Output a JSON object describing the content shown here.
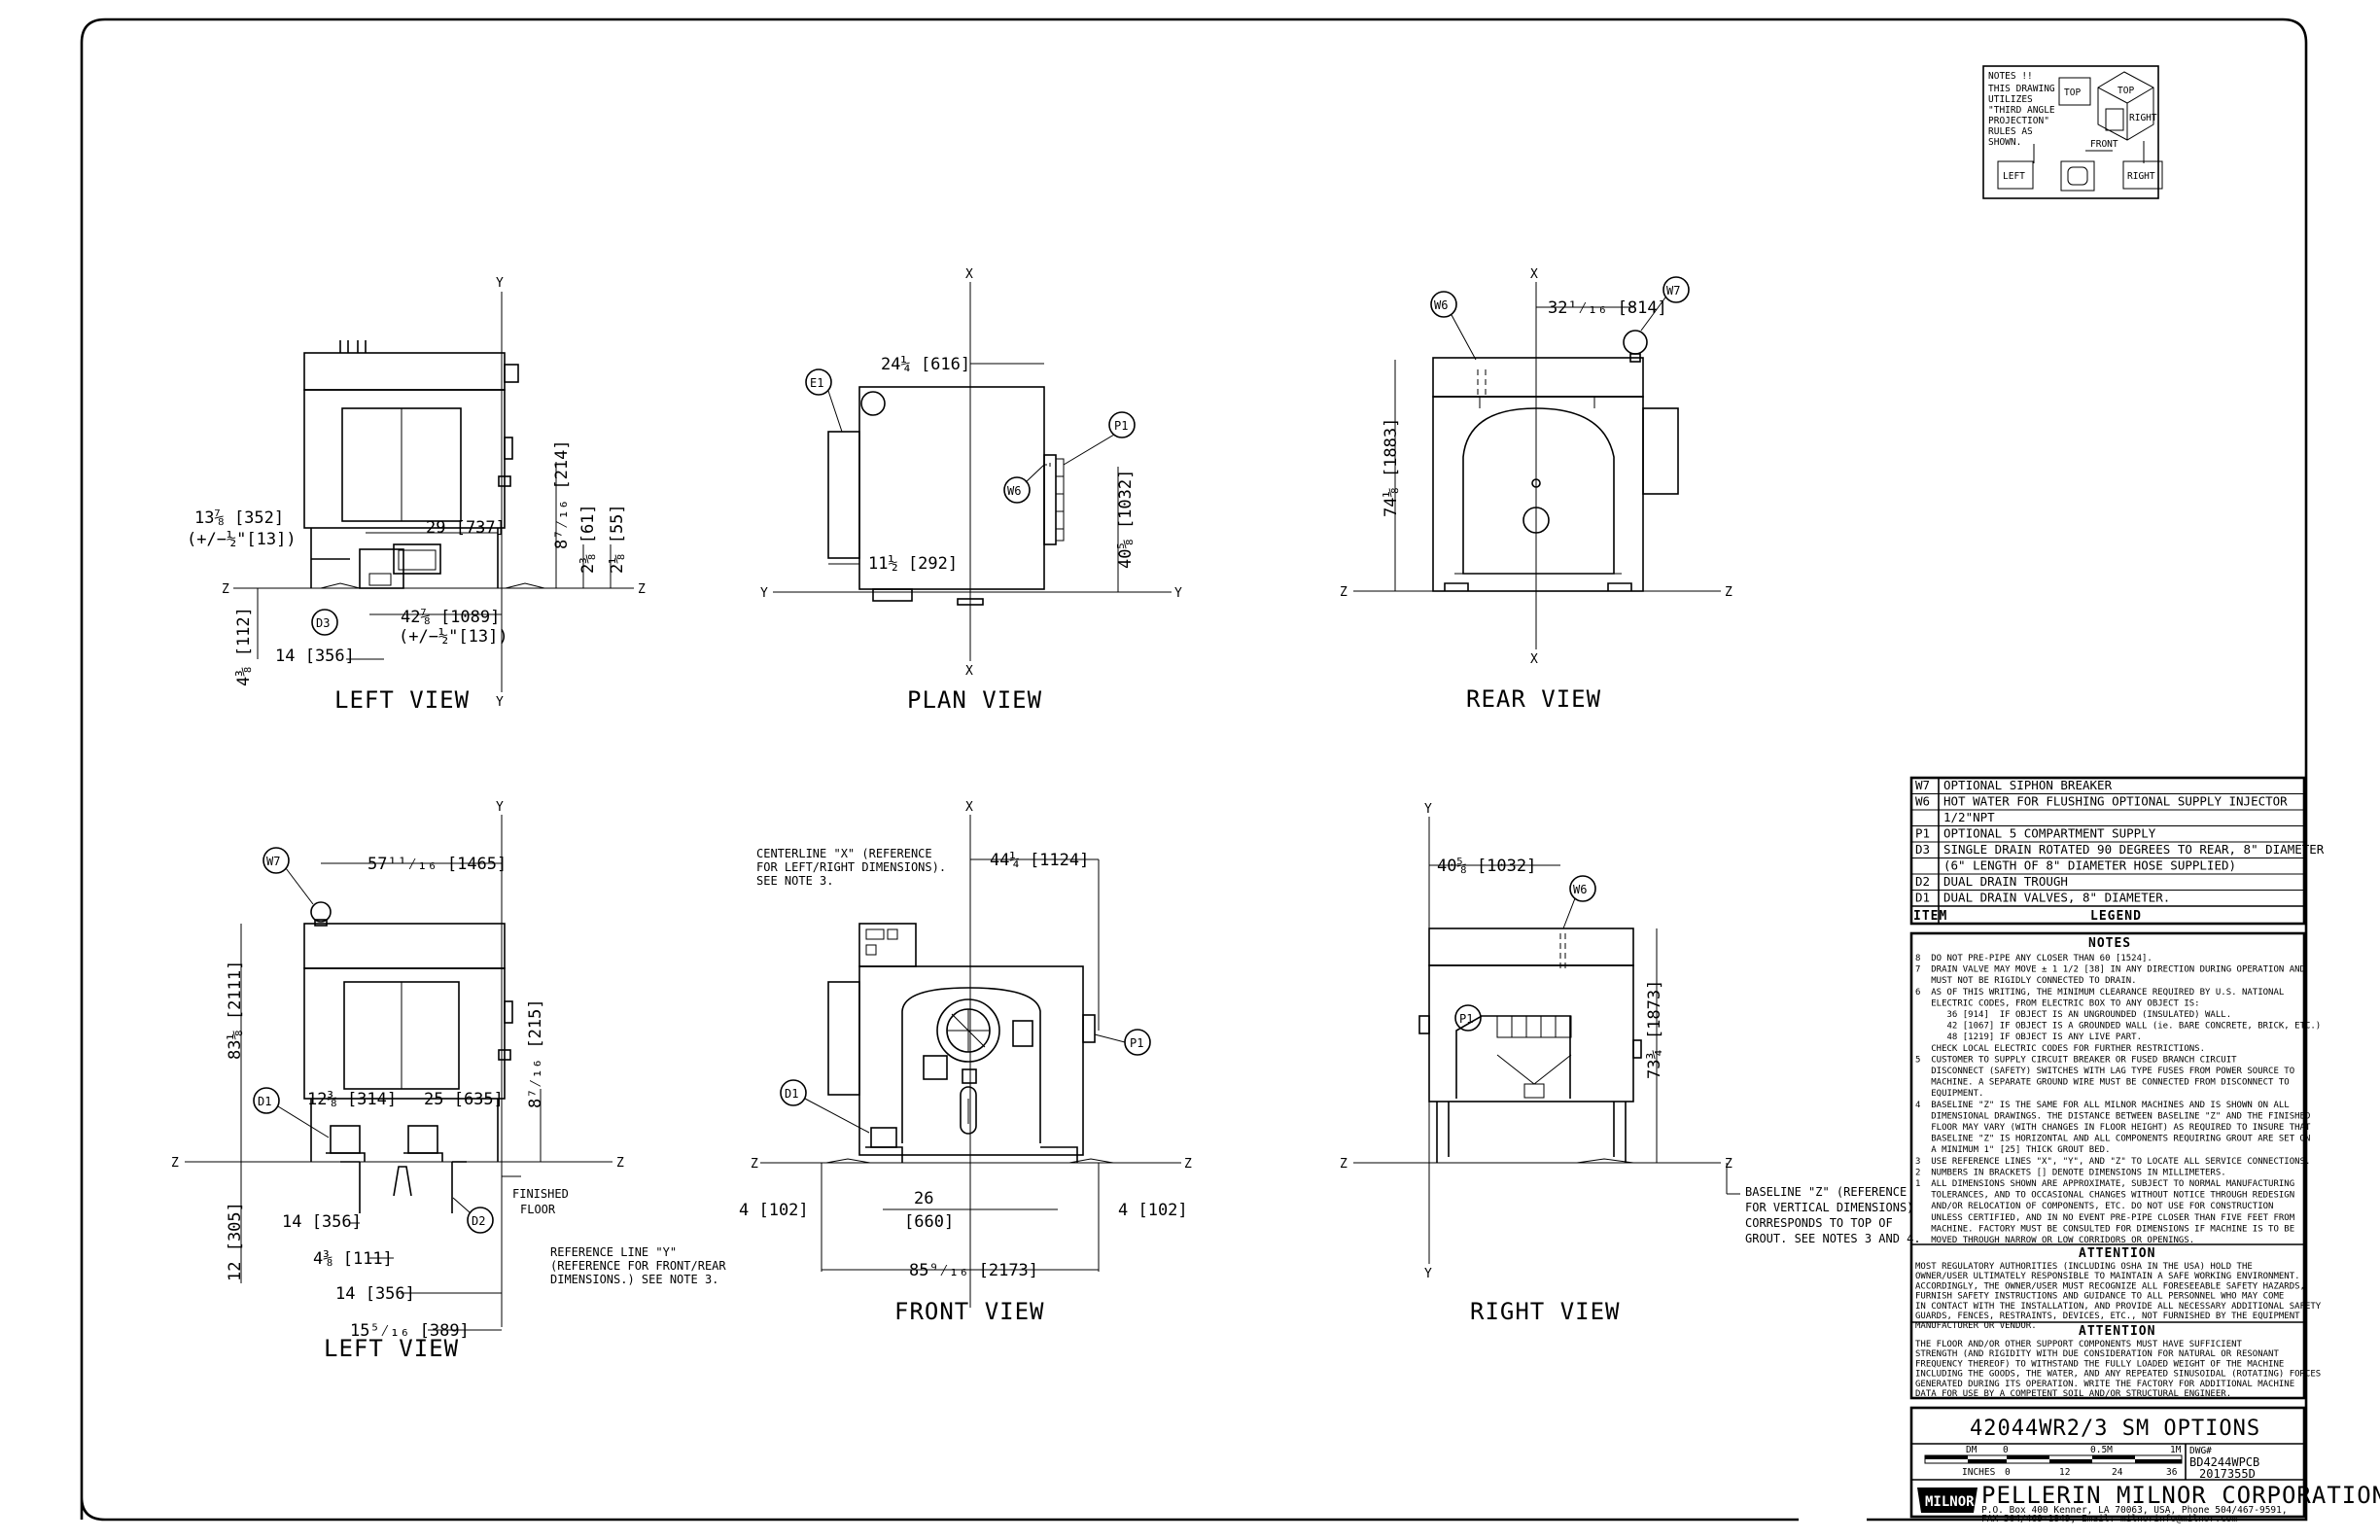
{
  "views": {
    "left_top": "LEFT VIEW",
    "plan": "PLAN VIEW",
    "rear": "REAR VIEW",
    "left_bottom": "LEFT VIEW",
    "front": "FRONT VIEW",
    "right": "RIGHT VIEW"
  },
  "axes": {
    "x": "X",
    "y": "Y",
    "z": "Z"
  },
  "bubbles": {
    "e1": "E1",
    "p1": "P1",
    "w6": "W6",
    "w7": "W7",
    "d1": "D1",
    "d2": "D2",
    "d3": "D3"
  },
  "projection_note": {
    "lines": [
      "NOTES !!",
      "THIS DRAWING",
      "UTILIZES",
      "\"THIRD ANGLE",
      "PROJECTION\"",
      "RULES AS",
      "SHOWN."
    ],
    "top": "TOP",
    "top2": "TOP",
    "right": "RIGHT",
    "right2": "RIGHT",
    "left": "LEFT",
    "front": "FRONT"
  },
  "dimensions": {
    "lt_13": "13⅞ [352]",
    "lt_13b": "(+/−½\"[13])",
    "lt_29": "29 [737]",
    "lt_8": "8⁷⁄₁₆ [214]",
    "lt_2a": "2⅜ [61]",
    "lt_2b": "2⅛ [55]",
    "lt_42": "42⅞ [1089]",
    "lt_42b": "(+/−½\"[13])",
    "lt_4": "4⅜ [112]",
    "lt_14": "14 [356]",
    "pv_24": "24¼ [616]",
    "pv_40": "40⅝ [1032]",
    "pv_11": "11½ [292]",
    "rv_32": "32¹⁄₁₆ [814]",
    "rv_74": "74⅛ [1883]",
    "lb_57": "57¹¹⁄₁₆ [1465]",
    "lb_83": "83⅛ [2111]",
    "lb_8": "8⁷⁄₁₆ [215]",
    "lb_12a": "12⅜ [314]",
    "lb_25": "25 [635]",
    "lb_12b": "12 [305]",
    "lb_14a": "14 [356]",
    "lb_4": "4⅜ [111]",
    "lb_14b": "14 [356]",
    "lb_15": "15⁵⁄₁₆ [389]",
    "lb_floor": "FINISHED",
    "lb_floor2": "FLOOR",
    "lb_ref1": "REFERENCE LINE \"Y\"",
    "lb_ref2": "(REFERENCE FOR FRONT/REAR",
    "lb_ref3": "DIMENSIONS.) SEE NOTE 3.",
    "fv_c1": "CENTERLINE \"X\"  (REFERENCE",
    "fv_c2": "FOR LEFT/RIGHT DIMENSIONS).",
    "fv_c3": "SEE NOTE 3.",
    "fv_44": "44¼ [1124]",
    "fv_4a": "4 [102]",
    "fv_26": "26",
    "fv_660": "[660]",
    "fv_4b": "4 [102]",
    "fv_85": "85⁹⁄₁₆ [2173]",
    "rt_40": "40⅝ [1032]",
    "rt_73": "73¾ [1873]",
    "rt_b1": "BASELINE \"Z\" (REFERENCE",
    "rt_b2": "FOR VERTICAL DIMENSIONS)",
    "rt_b3": "CORRESPONDS TO TOP OF",
    "rt_b4": "GROUT.  SEE NOTES 3 AND 4."
  },
  "legend": {
    "rows": [
      {
        "item": "W7",
        "text": "OPTIONAL SIPHON BREAKER"
      },
      {
        "item": "W6",
        "text": "HOT WATER FOR FLUSHING OPTIONAL SUPPLY INJECTOR"
      },
      {
        "item": "",
        "text": "1/2\"NPT"
      },
      {
        "item": "P1",
        "text": "OPTIONAL 5 COMPARTMENT SUPPLY"
      },
      {
        "item": "D3",
        "text": "SINGLE DRAIN ROTATED 90 DEGREES TO REAR, 8\" DIAMETER"
      },
      {
        "item": "",
        "text": "(6\" LENGTH OF 8\" DIAMETER HOSE SUPPLIED)"
      },
      {
        "item": "D2",
        "text": "DUAL DRAIN TROUGH"
      },
      {
        "item": "D1",
        "text": "DUAL DRAIN VALVES, 8\" DIAMETER."
      }
    ],
    "item_header": "ITEM",
    "legend_header": "LEGEND"
  },
  "notes": {
    "header": "NOTES",
    "lines": [
      "8  DO NOT PRE-PIPE ANY CLOSER THAN 60 [1524].",
      "7  DRAIN VALVE MAY MOVE ± 1 1/2 [38] IN ANY DIRECTION DURING OPERATION AND",
      "   MUST NOT BE RIGIDLY CONNECTED TO DRAIN.",
      "6  AS OF THIS WRITING, THE MINIMUM CLEARANCE REQUIRED BY U.S. NATIONAL",
      "   ELECTRIC CODES, FROM ELECTRIC BOX TO ANY OBJECT IS:",
      "      36 [914]  IF OBJECT IS AN UNGROUNDED (INSULATED) WALL.",
      "      42 [1067] IF OBJECT IS A GROUNDED WALL (ie. BARE CONCRETE, BRICK, ETC.)",
      "      48 [1219] IF OBJECT IS ANY LIVE PART.",
      "   CHECK LOCAL ELECTRIC CODES FOR FURTHER RESTRICTIONS.",
      "5  CUSTOMER TO SUPPLY CIRCUIT BREAKER OR FUSED BRANCH CIRCUIT",
      "   DISCONNECT (SAFETY) SWITCHES WITH LAG TYPE FUSES FROM POWER SOURCE TO",
      "   MACHINE. A SEPARATE GROUND WIRE MUST BE CONNECTED FROM DISCONNECT TO",
      "   EQUIPMENT.",
      "4  BASELINE \"Z\" IS THE SAME FOR ALL MILNOR MACHINES AND IS SHOWN ON ALL",
      "   DIMENSIONAL DRAWINGS. THE DISTANCE BETWEEN BASELINE \"Z\" AND THE FINISHED",
      "   FLOOR MAY VARY (WITH CHANGES IN FLOOR HEIGHT) AS REQUIRED TO INSURE THAT",
      "   BASELINE \"Z\" IS HORIZONTAL AND ALL COMPONENTS REQUIRING GROUT ARE SET ON",
      "   A MINIMUM 1\" [25] THICK GROUT BED.",
      "3  USE REFERENCE LINES \"X\", \"Y\", AND \"Z\" TO LOCATE ALL SERVICE CONNECTIONS.",
      "2  NUMBERS IN BRACKETS [] DENOTE DIMENSIONS IN MILLIMETERS.",
      "1  ALL DIMENSIONS SHOWN ARE APPROXIMATE, SUBJECT TO NORMAL MANUFACTURING",
      "   TOLERANCES, AND TO OCCASIONAL CHANGES WITHOUT NOTICE THROUGH REDESIGN",
      "   AND/OR RELOCATION OF COMPONENTS, ETC. DO NOT USE FOR CONSTRUCTION",
      "   UNLESS CERTIFIED, AND IN NO EVENT PRE-PIPE CLOSER THAN FIVE FEET FROM",
      "   MACHINE. FACTORY MUST BE CONSULTED FOR DIMENSIONS IF MACHINE IS TO BE",
      "   MOVED THROUGH NARROW OR LOW CORRIDORS OR OPENINGS."
    ]
  },
  "attention1": {
    "header": "ATTENTION",
    "lines": [
      "MOST REGULATORY AUTHORITIES (INCLUDING OSHA IN THE USA) HOLD THE",
      "OWNER/USER ULTIMATELY RESPONSIBLE TO MAINTAIN A SAFE WORKING ENVIRONMENT.",
      "ACCORDINGLY, THE OWNER/USER MUST RECOGNIZE ALL FORESEEABLE SAFETY HAZARDS,",
      "FURNISH SAFETY INSTRUCTIONS AND GUIDANCE TO ALL PERSONNEL WHO MAY COME",
      "IN CONTACT WITH THE INSTALLATION, AND PROVIDE ALL NECESSARY ADDITIONAL SAFETY",
      "GUARDS, FENCES, RESTRAINTS, DEVICES, ETC., NOT FURNISHED BY THE EQUIPMENT",
      "MANUFACTURER OR VENDOR."
    ]
  },
  "attention2": {
    "header": "ATTENTION",
    "lines": [
      "THE FLOOR AND/OR OTHER SUPPORT COMPONENTS MUST HAVE SUFFICIENT",
      "STRENGTH (AND RIGIDITY WITH DUE CONSIDERATION FOR NATURAL OR RESONANT",
      "FREQUENCY THEREOF) TO WITHSTAND THE FULLY LOADED WEIGHT OF THE MACHINE",
      "INCLUDING THE GOODS, THE WATER, AND ANY REPEATED SINUSOIDAL (ROTATING) FORCES",
      "GENERATED DURING ITS OPERATION. WRITE THE FACTORY FOR ADDITIONAL MACHINE",
      "DATA FOR USE BY A COMPETENT SOIL AND/OR STRUCTURAL ENGINEER."
    ]
  },
  "title_block": {
    "title": "42044WR2/3 SM OPTIONS",
    "scale_dm": "DM",
    "scale_0": "0",
    "scale_05": "0.5M",
    "scale_1m": "1M",
    "scale_inches": "INCHES",
    "scale_i0": "0",
    "scale_12": "12",
    "scale_24": "24",
    "scale_36": "36",
    "dwg_label": "DWG#",
    "dwg_no": "BD4244WPCB",
    "dwg_rev": "2017355D",
    "logo": "MILNOR",
    "company": "PELLERIN MILNOR CORPORATION",
    "address1": "P.O. Box 400 Kenner, LA 70063, USA, Phone 504/467-9591,",
    "address2": "FAX 504/469-1849,  Email: milnorinfo@milnor.com"
  }
}
